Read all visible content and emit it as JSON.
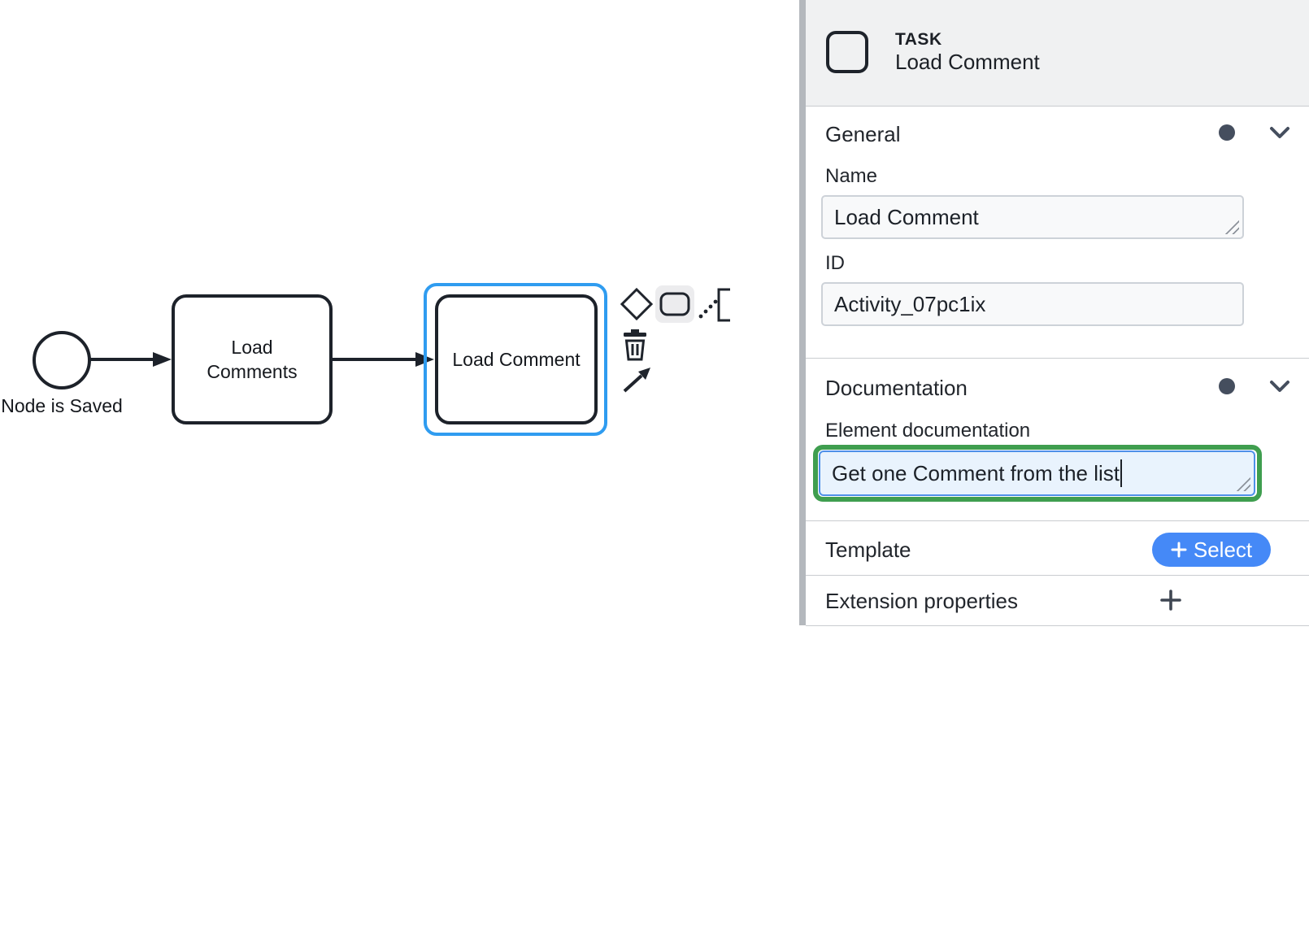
{
  "diagram": {
    "start_event": {
      "label": "Node is Saved"
    },
    "tasks": [
      {
        "name": "Load Comments",
        "label_lines": [
          "Load",
          "Comments"
        ]
      },
      {
        "name": "Load Comment",
        "label_lines": [
          "Load Comment"
        ]
      }
    ],
    "selected_task": "Load Comment"
  },
  "context_pad": {
    "icons": [
      "append-gateway-icon",
      "append-task-icon",
      "append-text-annotation-icon",
      "delete-icon",
      "connect-icon"
    ]
  },
  "panel": {
    "header": {
      "element_type": "TASK",
      "element_name": "Load Comment"
    },
    "sections": {
      "general": {
        "label": "General",
        "fields": {
          "name_label": "Name",
          "name_value": "Load Comment",
          "id_label": "ID",
          "id_value": "Activity_07pc1ix"
        }
      },
      "documentation": {
        "label": "Documentation",
        "element_doc_label": "Element documentation",
        "element_doc_value": "Get one Comment from the list"
      },
      "template": {
        "label": "Template",
        "select_button": "Select"
      },
      "extension_properties": {
        "label": "Extension properties"
      }
    }
  },
  "colors": {
    "selection_outline": "#2f9cf0",
    "focus_ring": "#3f9e4f",
    "focus_border": "#4e90e8",
    "focus_bg": "#e9f3fd",
    "primary_button": "#4589f7",
    "panel_header_bg": "#f0f1f2",
    "bpmn_stroke": "#1d222a"
  }
}
